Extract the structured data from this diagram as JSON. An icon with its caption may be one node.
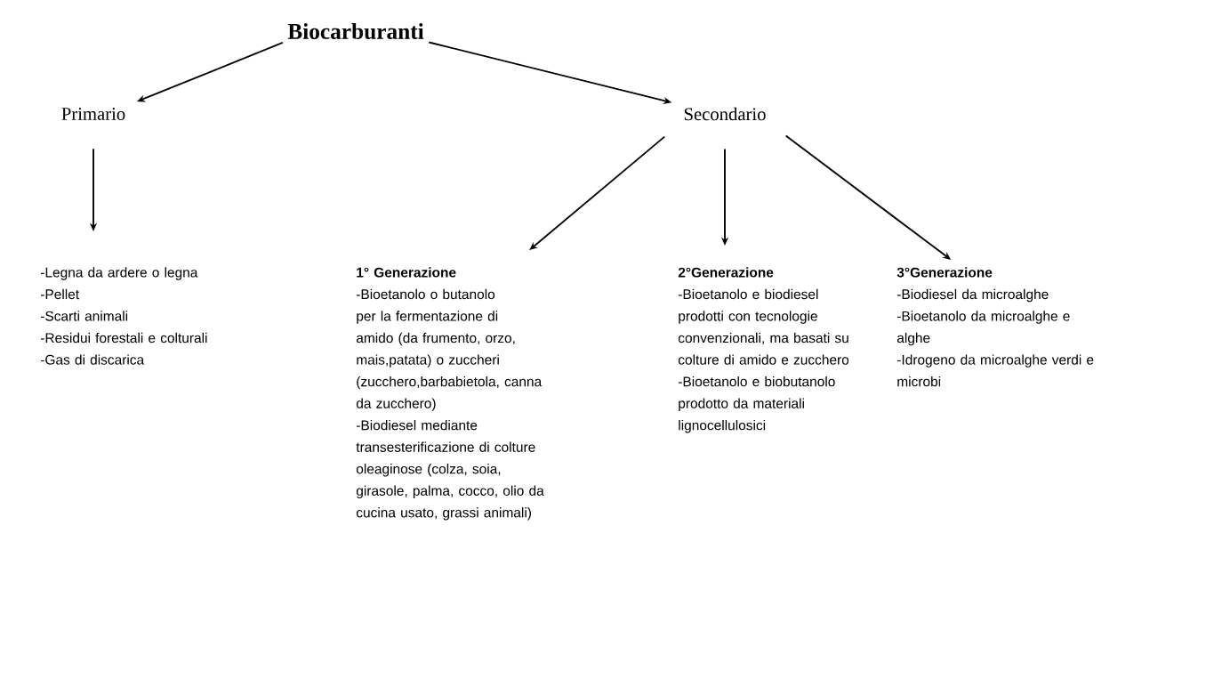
{
  "diagram": {
    "nodes": [
      {
        "text": [
          "Biocarburanti"
        ]
      },
      {
        "text": [
          "Primario"
        ]
      },
      {
        "text": [
          "Secondario"
        ]
      },
      {
        "text": [
          "-Legna da ardere o legna",
          "-Pellet",
          "-Scarti animali",
          "-Residui forestali e colturali",
          "-Gas di discarica"
        ]
      },
      {
        "text": [
          "1° Generazione",
          "-Bioetanolo o butanolo per la fermentazione di amido (da frumento, orzo, mais,patata) o zuccheri (zucchero,barbabietola, canna da zucchero)",
          "-Biodiesel mediante transesterificazione di colture oleaginose (colza, soia, girasole, palma, cocco, olio da cucina usato, grassi animali)"
        ]
      },
      {
        "text": [
          "2°Generazione",
          "-Bioetanolo e biodiesel prodotti con tecnologie convenzionali, ma basati su colture di amido e zucchero",
          "-Bioetanolo e biobutanolo prodotto da materiali lignocellulosici"
        ]
      },
      {
        "text": [
          "3°Generazione",
          "-Biodiesel da microalghe",
          "-Bioetanolo da microalghe e alghe",
          "-Idrogeno da microalghe verdi e microbi"
        ]
      }
    ],
    "edges": [
      {
        "from": 0,
        "to": 1,
        "arrow": "to"
      },
      {
        "from": 0,
        "to": 2,
        "arrow": "to"
      },
      {
        "from": 1,
        "to": 3,
        "arrow": "to"
      },
      {
        "from": 2,
        "to": 4,
        "arrow": "to"
      },
      {
        "from": 2,
        "to": 5,
        "arrow": "to"
      },
      {
        "from": 2,
        "to": 6,
        "arrow": "to"
      }
    ]
  }
}
